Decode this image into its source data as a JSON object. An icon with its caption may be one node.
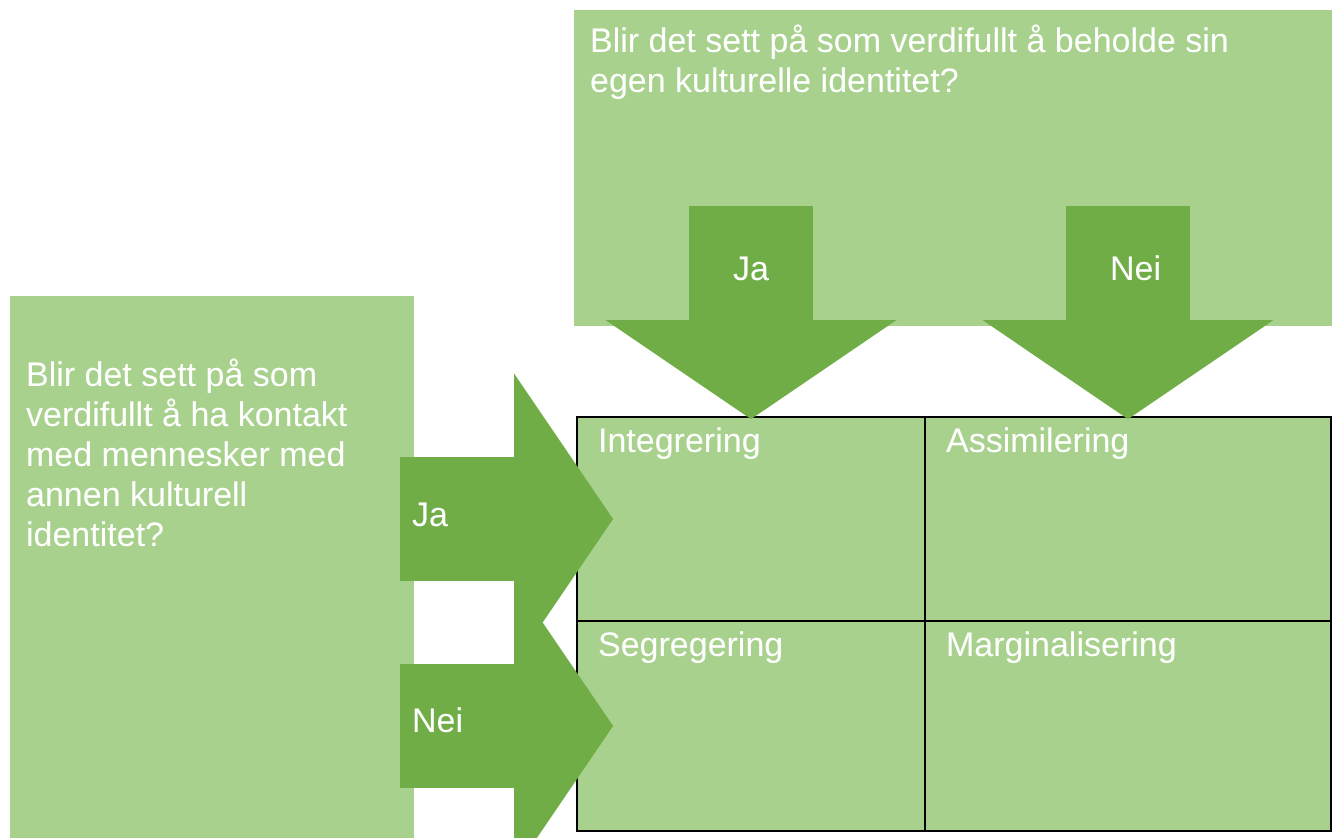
{
  "diagram": {
    "nodes": [
      {
        "text": [
          "Blir det sett på som verdifullt å beholde sin egen kulturelle identitet?"
        ]
      },
      {
        "text": [
          "Blir det sett på som verdifullt å ha kontakt med mennesker med annen kulturell identitet?"
        ]
      },
      {
        "text": [
          "Integrering"
        ]
      },
      {
        "text": [
          "Assimilering"
        ]
      },
      {
        "text": [
          "Segregering"
        ]
      },
      {
        "text": [
          "Marginalisering"
        ]
      }
    ],
    "edges": [
      {
        "from": 0,
        "to": 2,
        "arrow": "to",
        "label": "Ja"
      },
      {
        "from": 0,
        "to": 3,
        "arrow": "to",
        "label": "Nei"
      },
      {
        "from": 1,
        "to": 2,
        "arrow": "to",
        "label": "Ja"
      },
      {
        "from": 1,
        "to": 4,
        "arrow": "to",
        "label": "Nei"
      }
    ]
  }
}
